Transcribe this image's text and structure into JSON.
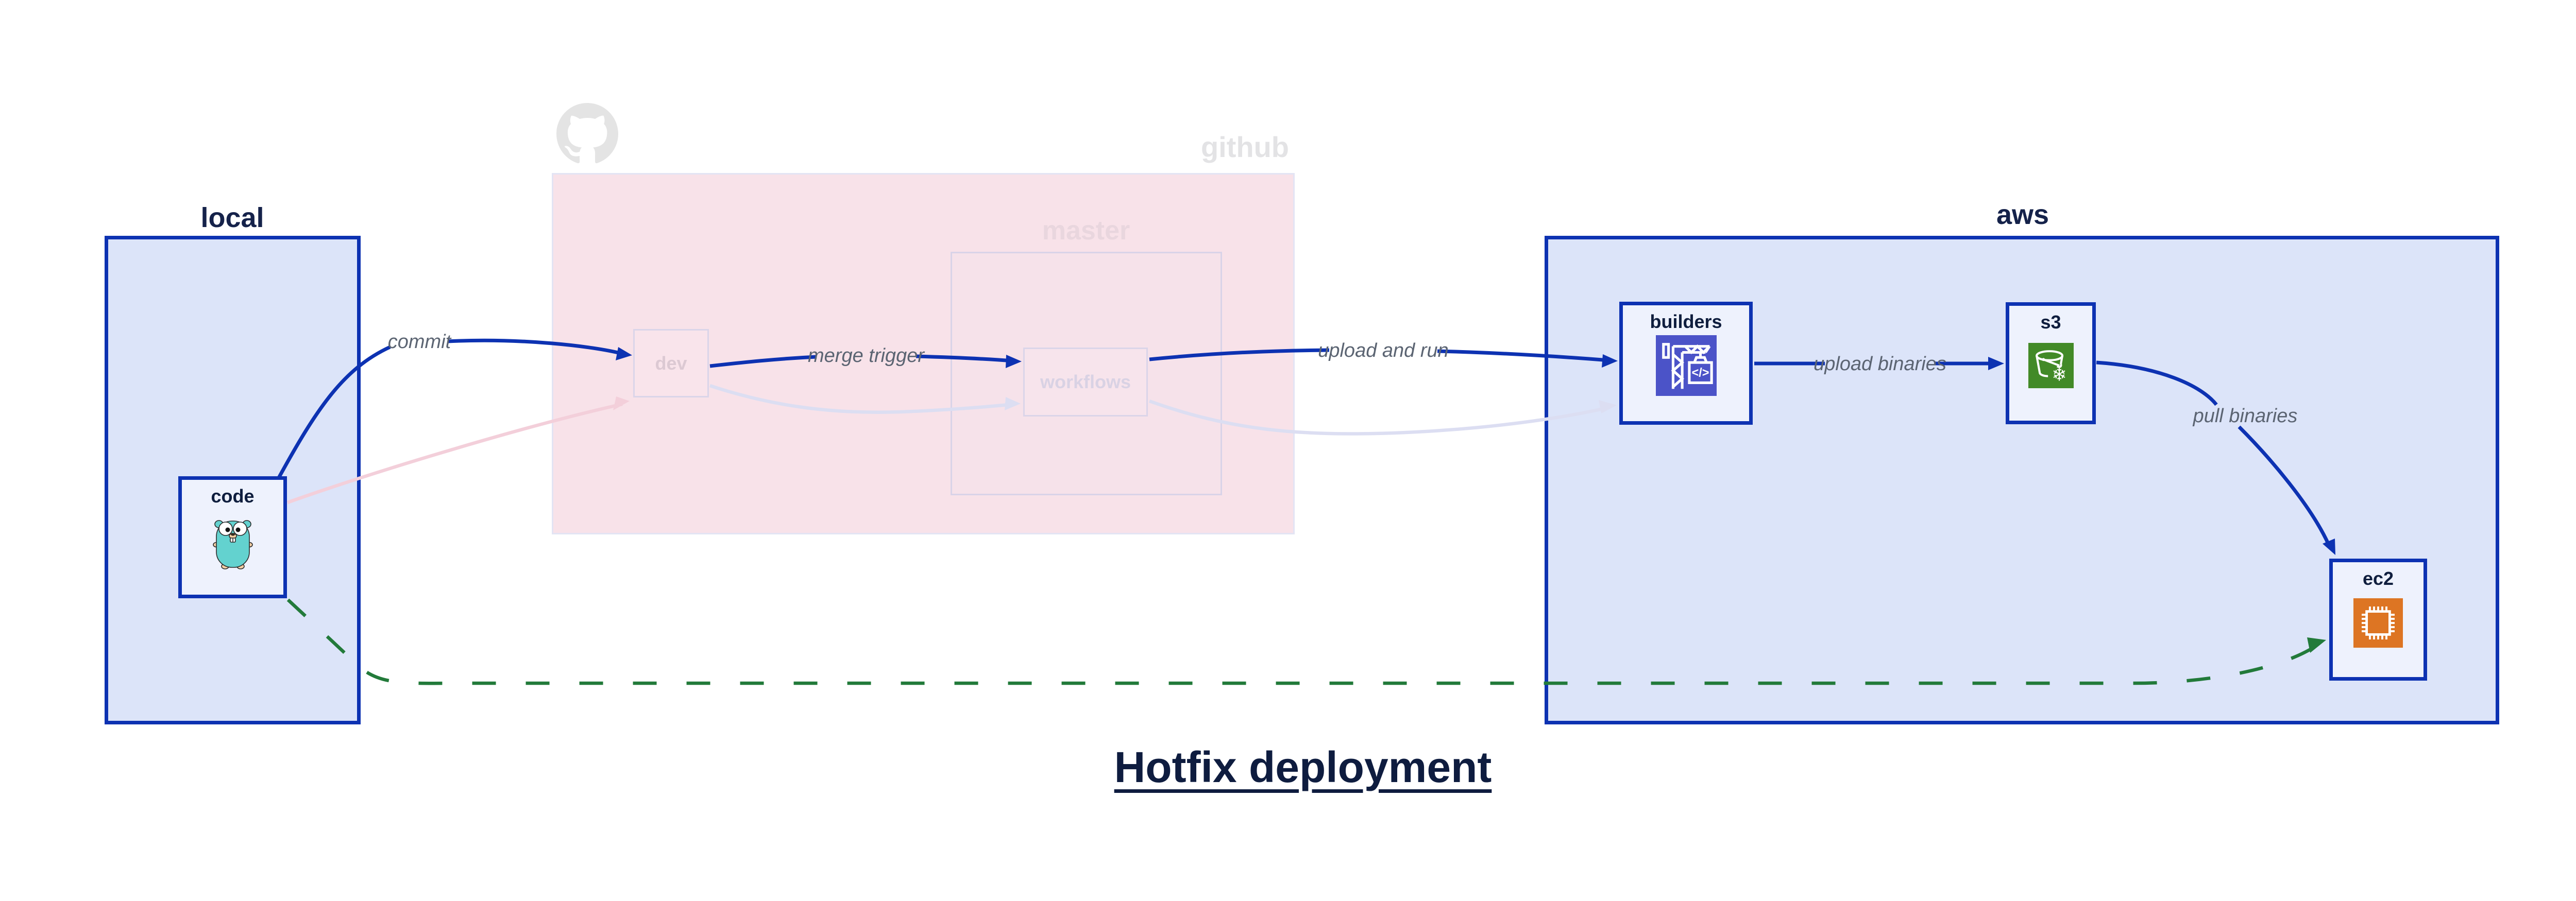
{
  "title": "Hotfix deployment",
  "containers": {
    "local": {
      "label": "local"
    },
    "github": {
      "label": "github"
    },
    "master": {
      "label": "master"
    },
    "aws": {
      "label": "aws"
    }
  },
  "nodes": {
    "code": {
      "label": "code"
    },
    "dev": {
      "label": "dev"
    },
    "workflows": {
      "label": "workflows"
    },
    "builders": {
      "label": "builders"
    },
    "s3": {
      "label": "s3"
    },
    "ec2": {
      "label": "ec2"
    }
  },
  "edges": {
    "commit": {
      "label": "commit"
    },
    "merge_trigger": {
      "label": "merge trigger"
    },
    "upload_and_run": {
      "label": "upload and run"
    },
    "upload_binaries": {
      "label": "upload binaries"
    },
    "pull_binaries": {
      "label": "pull binaries"
    }
  },
  "icons": {
    "github_logo": "github-octocat-mark",
    "gopher": "go-gopher-mascot",
    "codebuild": "aws-codebuild-crane",
    "codebuild_glyph": "</>",
    "s3_glacier": "aws-s3-glacier-bucket-snowflake",
    "s3_snowflake_glyph": "❄",
    "ec2_chip": "aws-ec2-chip"
  },
  "colors": {
    "accent_blue": "#0d32b2",
    "container_fill_blue": "#dce4f9",
    "node_fill": "#eef2fd",
    "github_pink": "#f8e2e9",
    "faded_border": "#dbd5e9",
    "faded_pink_edge": "#f3cfda",
    "faded_lavender_edge": "#dcdef2",
    "hotfix_green": "#227a3a",
    "codebuild_purple": "#4b53c8",
    "s3_green": "#428a27",
    "ec2_orange": "#dd7523",
    "gopher_teal": "#63d2cf",
    "edge_label_gray": "#5b6472",
    "title_navy": "#0e1c3f"
  }
}
